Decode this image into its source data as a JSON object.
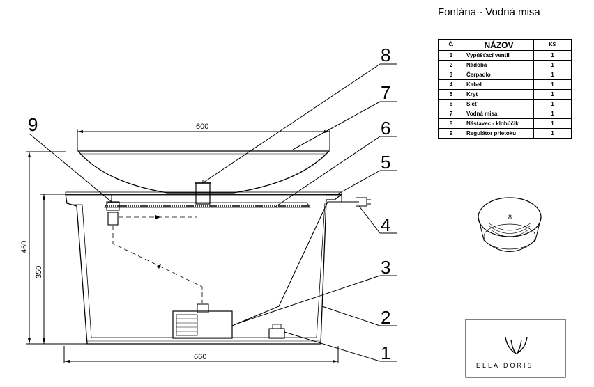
{
  "title": "Fontána - Vodná misa",
  "table": {
    "headers": [
      "Č.",
      "NÁZOV",
      "KS"
    ],
    "rows": [
      {
        "no": "1",
        "name": "Vypúšťací ventil",
        "qty": "1"
      },
      {
        "no": "2",
        "name": "Nádoba",
        "qty": "1"
      },
      {
        "no": "3",
        "name": "Čerpadlo",
        "qty": "1"
      },
      {
        "no": "4",
        "name": "Kabel",
        "qty": "1"
      },
      {
        "no": "5",
        "name": "Kryt",
        "qty": "1"
      },
      {
        "no": "6",
        "name": "Sieť",
        "qty": "1"
      },
      {
        "no": "7",
        "name": "Vodná misa",
        "qty": "1"
      },
      {
        "no": "8",
        "name": "Nástavec - klobúčik",
        "qty": "1"
      },
      {
        "no": "9",
        "name": "Regulátor prietoku",
        "qty": "1"
      }
    ]
  },
  "dimensions": {
    "bowl_width": "600",
    "total_width": "660",
    "total_height": "460",
    "container_height": "350"
  },
  "callouts": [
    "1",
    "2",
    "3",
    "4",
    "5",
    "6",
    "7",
    "8",
    "9"
  ],
  "detail_label": "8",
  "logo": {
    "text": "ELLA DORIS",
    "icon": "tulip-logo-icon"
  }
}
